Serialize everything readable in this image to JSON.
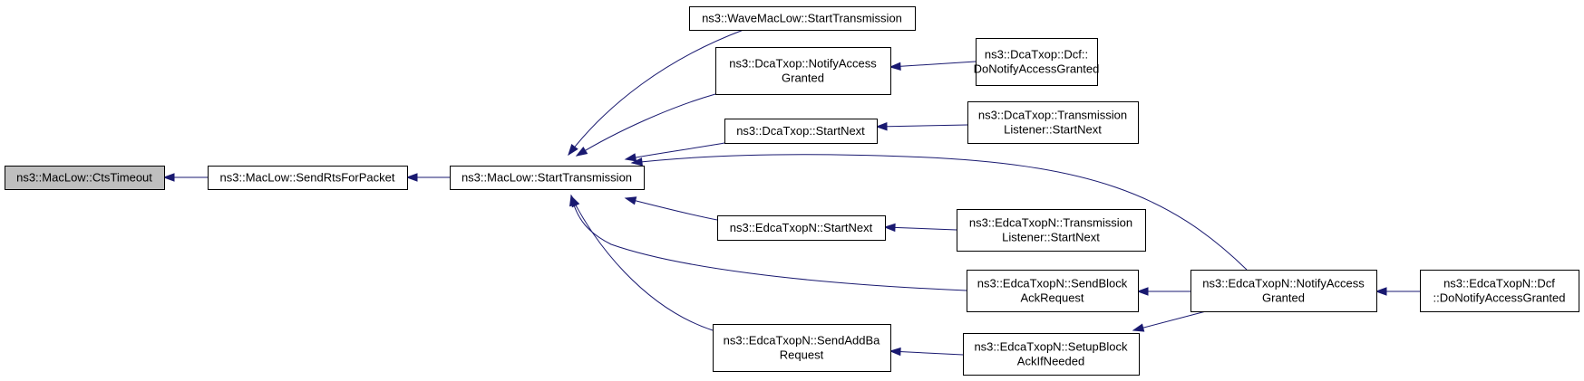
{
  "colors": {
    "edge": "#191970",
    "node_fill": "#ffffff",
    "focus_fill": "#bfbfbf",
    "node_border": "#000000"
  },
  "nodes": [
    {
      "id": "ctsTimeout",
      "lines": [
        "ns3::MacLow::CtsTimeout"
      ],
      "focus": true
    },
    {
      "id": "sendRts",
      "lines": [
        "ns3::MacLow::SendRtsForPacket"
      ]
    },
    {
      "id": "startTransmission",
      "lines": [
        "ns3::MacLow::StartTransmission"
      ]
    },
    {
      "id": "waveStart",
      "lines": [
        "ns3::WaveMacLow::StartTransmission"
      ]
    },
    {
      "id": "dcaNotify",
      "lines": [
        "ns3::DcaTxop::NotifyAccess",
        "Granted"
      ]
    },
    {
      "id": "dcaStartNext",
      "lines": [
        "ns3::DcaTxop::StartNext"
      ]
    },
    {
      "id": "edcaStartNext",
      "lines": [
        "ns3::EdcaTxopN::StartNext"
      ]
    },
    {
      "id": "edcaAddBa",
      "lines": [
        "ns3::EdcaTxopN::SendAddBa",
        "Request"
      ]
    },
    {
      "id": "dcfNotify",
      "lines": [
        "ns3::DcaTxop::Dcf::",
        "DoNotifyAccessGranted"
      ]
    },
    {
      "id": "dcaListener",
      "lines": [
        "ns3::DcaTxop::Transmission",
        "Listener::StartNext"
      ]
    },
    {
      "id": "edcaListener",
      "lines": [
        "ns3::EdcaTxopN::Transmission",
        "Listener::StartNext"
      ]
    },
    {
      "id": "edcaBlockAck",
      "lines": [
        "ns3::EdcaTxopN::SendBlock",
        "AckRequest"
      ]
    },
    {
      "id": "edcaSetup",
      "lines": [
        "ns3::EdcaTxopN::SetupBlock",
        "AckIfNeeded"
      ]
    },
    {
      "id": "edcaNotify",
      "lines": [
        "ns3::EdcaTxopN::NotifyAccess",
        "Granted"
      ]
    },
    {
      "id": "edcaDcfNotify",
      "lines": [
        "ns3::EdcaTxopN::Dcf",
        "::DoNotifyAccessGranted"
      ]
    }
  ],
  "edges": [
    {
      "from": "sendRts",
      "to": "ctsTimeout"
    },
    {
      "from": "startTransmission",
      "to": "sendRts"
    },
    {
      "from": "waveStart",
      "to": "startTransmission"
    },
    {
      "from": "dcaNotify",
      "to": "startTransmission"
    },
    {
      "from": "dcaStartNext",
      "to": "startTransmission"
    },
    {
      "from": "edcaNotify",
      "to": "startTransmission"
    },
    {
      "from": "edcaStartNext",
      "to": "startTransmission"
    },
    {
      "from": "edcaBlockAck",
      "to": "startTransmission"
    },
    {
      "from": "edcaAddBa",
      "to": "startTransmission"
    },
    {
      "from": "dcfNotify",
      "to": "dcaNotify"
    },
    {
      "from": "dcaListener",
      "to": "dcaStartNext"
    },
    {
      "from": "edcaListener",
      "to": "edcaStartNext"
    },
    {
      "from": "edcaNotify",
      "to": "edcaBlockAck"
    },
    {
      "from": "edcaNotify",
      "to": "edcaSetup"
    },
    {
      "from": "edcaSetup",
      "to": "edcaAddBa"
    },
    {
      "from": "edcaDcfNotify",
      "to": "edcaNotify"
    }
  ]
}
